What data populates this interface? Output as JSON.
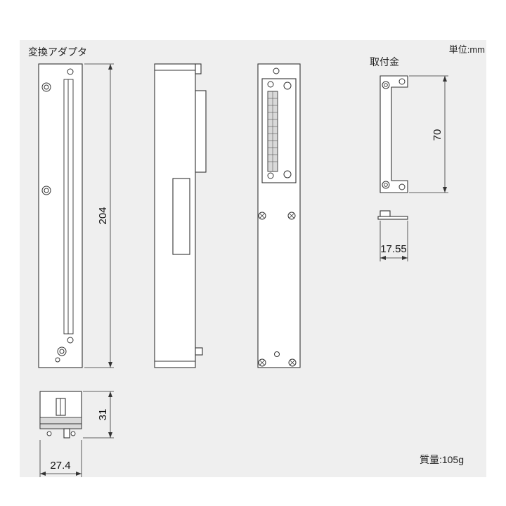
{
  "labels": {
    "adapter_title": "変換アダプタ",
    "bracket_title": "取付金",
    "unit": "単位:mm",
    "weight": "質量:105g"
  },
  "dimensions": {
    "adapter_length": "204",
    "adapter_width": "27.4",
    "adapter_height": "31",
    "bracket_length": "70",
    "bracket_depth": "17.55"
  }
}
